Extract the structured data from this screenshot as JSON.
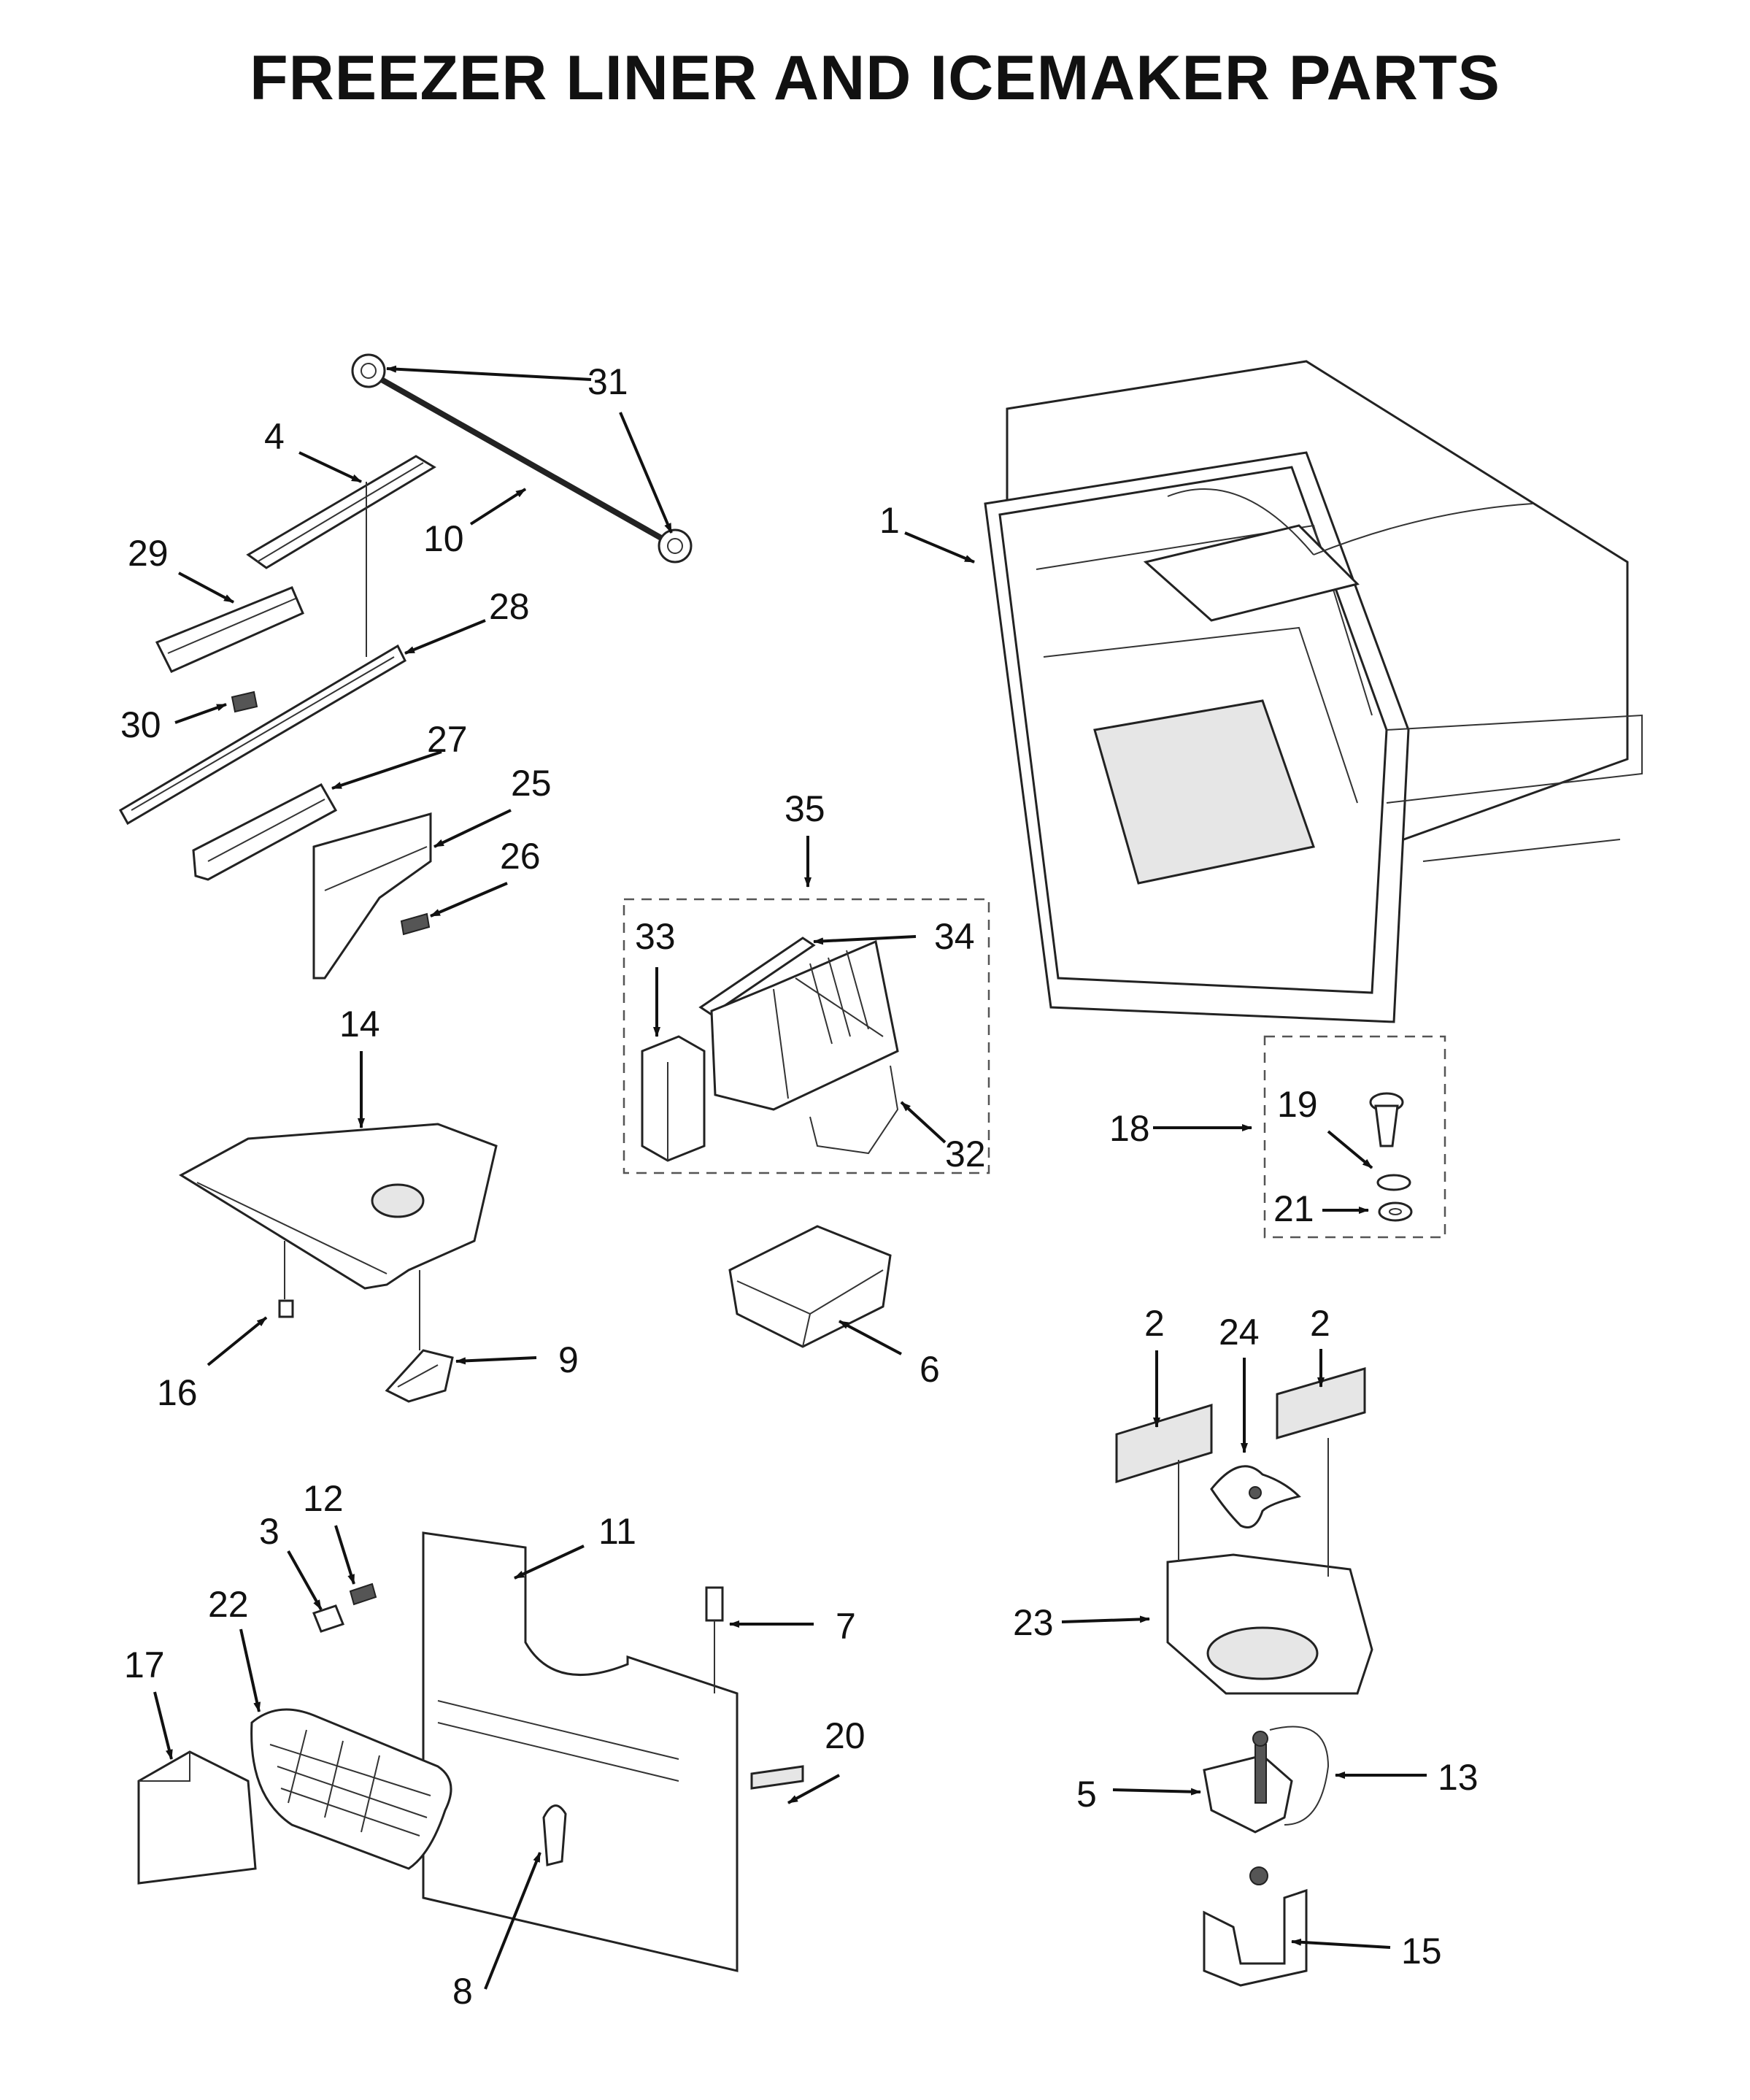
{
  "title": "FREEZER LINER AND ICEMAKER PARTS",
  "callouts": {
    "c1": "1",
    "c2a": "2",
    "c2b": "2",
    "c3": "3",
    "c4": "4",
    "c5": "5",
    "c6": "6",
    "c7": "7",
    "c8": "8",
    "c9": "9",
    "c10": "10",
    "c11": "11",
    "c12": "12",
    "c13": "13",
    "c14": "14",
    "c15": "15",
    "c16": "16",
    "c17": "17",
    "c18": "18",
    "c19": "19",
    "c20": "20",
    "c21": "21",
    "c22": "22",
    "c23": "23",
    "c24": "24",
    "c25": "25",
    "c26": "26",
    "c27": "27",
    "c28": "28",
    "c29": "29",
    "c30": "30",
    "c31": "31",
    "c32": "32",
    "c33": "33",
    "c34": "34",
    "c35": "35"
  }
}
